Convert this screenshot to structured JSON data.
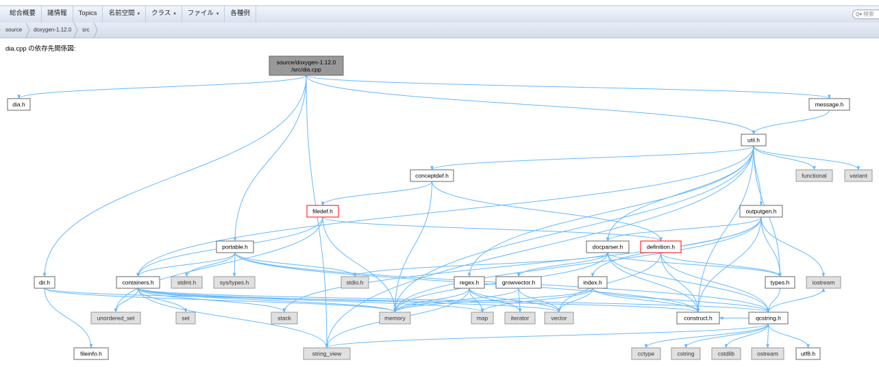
{
  "menu": {
    "items": [
      {
        "name": "menu-item-overview",
        "label": "総合概要",
        "dropdown": false
      },
      {
        "name": "menu-item-related-pages",
        "label": "諸情報",
        "dropdown": false
      },
      {
        "name": "menu-item-topics",
        "label": "Topics",
        "dropdown": false
      },
      {
        "name": "menu-item-namespaces",
        "label": "名前空間",
        "dropdown": true
      },
      {
        "name": "menu-item-classes",
        "label": "クラス",
        "dropdown": true
      },
      {
        "name": "menu-item-files",
        "label": "ファイル",
        "dropdown": true
      },
      {
        "name": "menu-item-examples",
        "label": "各種例",
        "dropdown": false
      }
    ],
    "search_placeholder": "検索"
  },
  "breadcrumb": [
    "source",
    "doxygen-1.12.0",
    "src"
  ],
  "caption": "dia.cpp の依存先関係図:",
  "graph": {
    "colors": {
      "edge": "#63b8ff",
      "node_border": "#666666",
      "main_fill": "#999999",
      "ext_fill": "#e0e0e0",
      "missing_border": "#ff0000"
    },
    "nodes": [
      {
        "id": "main",
        "lines": [
          "source/doxygen-1.12.0",
          "/src/dia.cpp"
        ],
        "style": "main"
      },
      {
        "id": "dia_h",
        "lines": [
          "dia.h"
        ],
        "style": "normal"
      },
      {
        "id": "message_h",
        "lines": [
          "message.h"
        ],
        "style": "normal"
      },
      {
        "id": "util_h",
        "lines": [
          "util.h"
        ],
        "style": "normal"
      },
      {
        "id": "functional",
        "lines": [
          "functional"
        ],
        "style": "ext"
      },
      {
        "id": "variant",
        "lines": [
          "variant"
        ],
        "style": "ext"
      },
      {
        "id": "conceptdef_h",
        "lines": [
          "conceptdef.h"
        ],
        "style": "normal"
      },
      {
        "id": "outputgen_h",
        "lines": [
          "outputgen.h"
        ],
        "style": "normal"
      },
      {
        "id": "filedef_h",
        "lines": [
          "filedef.h"
        ],
        "style": "missing"
      },
      {
        "id": "portable_h",
        "lines": [
          "portable.h"
        ],
        "style": "normal"
      },
      {
        "id": "docparser_h",
        "lines": [
          "docparser.h"
        ],
        "style": "normal"
      },
      {
        "id": "definition_h",
        "lines": [
          "definition.h"
        ],
        "style": "missing"
      },
      {
        "id": "dir_h",
        "lines": [
          "dir.h"
        ],
        "style": "normal"
      },
      {
        "id": "containers_h",
        "lines": [
          "containers.h"
        ],
        "style": "normal"
      },
      {
        "id": "stdint_h",
        "lines": [
          "stdint.h"
        ],
        "style": "ext"
      },
      {
        "id": "sys_types_h",
        "lines": [
          "sys/types.h"
        ],
        "style": "ext"
      },
      {
        "id": "stdio_h",
        "lines": [
          "stdio.h"
        ],
        "style": "ext"
      },
      {
        "id": "regex_h",
        "lines": [
          "regex.h"
        ],
        "style": "normal"
      },
      {
        "id": "growvector_h",
        "lines": [
          "growvector.h"
        ],
        "style": "normal"
      },
      {
        "id": "index_h",
        "lines": [
          "index.h"
        ],
        "style": "normal"
      },
      {
        "id": "types_h",
        "lines": [
          "types.h"
        ],
        "style": "normal"
      },
      {
        "id": "iostream",
        "lines": [
          "iostream"
        ],
        "style": "ext"
      },
      {
        "id": "unordered_set",
        "lines": [
          "unordered_set"
        ],
        "style": "ext"
      },
      {
        "id": "set",
        "lines": [
          "set"
        ],
        "style": "ext"
      },
      {
        "id": "stack",
        "lines": [
          "stack"
        ],
        "style": "ext"
      },
      {
        "id": "memory",
        "lines": [
          "memory"
        ],
        "style": "ext"
      },
      {
        "id": "map",
        "lines": [
          "map"
        ],
        "style": "ext"
      },
      {
        "id": "iterator",
        "lines": [
          "iterator"
        ],
        "style": "ext"
      },
      {
        "id": "vector",
        "lines": [
          "vector"
        ],
        "style": "ext"
      },
      {
        "id": "construct_h",
        "lines": [
          "construct.h"
        ],
        "style": "normal"
      },
      {
        "id": "qcstring_h",
        "lines": [
          "qcstring.h"
        ],
        "style": "normal"
      },
      {
        "id": "fileinfo_h",
        "lines": [
          "fileinfo.h"
        ],
        "style": "normal"
      },
      {
        "id": "string_view",
        "lines": [
          "string_view"
        ],
        "style": "ext"
      },
      {
        "id": "cctype",
        "lines": [
          "cctype"
        ],
        "style": "ext"
      },
      {
        "id": "cstring",
        "lines": [
          "cstring"
        ],
        "style": "ext"
      },
      {
        "id": "cstdlib",
        "lines": [
          "cstdlib"
        ],
        "style": "ext"
      },
      {
        "id": "ostream",
        "lines": [
          "ostream"
        ],
        "style": "ext"
      },
      {
        "id": "utf8_h",
        "lines": [
          "utf8.h"
        ],
        "style": "normal"
      }
    ],
    "edges": [
      [
        "main",
        "dia_h"
      ],
      [
        "main",
        "message_h"
      ],
      [
        "main",
        "util_h"
      ],
      [
        "main",
        "dir_h"
      ],
      [
        "main",
        "portable_h"
      ],
      [
        "main",
        "string_view"
      ],
      [
        "message_h",
        "util_h"
      ],
      [
        "util_h",
        "functional"
      ],
      [
        "util_h",
        "variant"
      ],
      [
        "util_h",
        "conceptdef_h"
      ],
      [
        "util_h",
        "outputgen_h"
      ],
      [
        "util_h",
        "docparser_h"
      ],
      [
        "util_h",
        "containers_h"
      ],
      [
        "util_h",
        "regex_h"
      ],
      [
        "util_h",
        "types_h"
      ],
      [
        "util_h",
        "construct_h"
      ],
      [
        "util_h",
        "memory"
      ],
      [
        "util_h",
        "string_view"
      ],
      [
        "conceptdef_h",
        "filedef_h"
      ],
      [
        "conceptdef_h",
        "definition_h"
      ],
      [
        "conceptdef_h",
        "memory"
      ],
      [
        "filedef_h",
        "definition_h"
      ],
      [
        "filedef_h",
        "containers_h"
      ],
      [
        "filedef_h",
        "memory"
      ],
      [
        "filedef_h",
        "unordered_set"
      ],
      [
        "outputgen_h",
        "docparser_h"
      ],
      [
        "outputgen_h",
        "index_h"
      ],
      [
        "outputgen_h",
        "types_h"
      ],
      [
        "outputgen_h",
        "iostream"
      ],
      [
        "outputgen_h",
        "construct_h"
      ],
      [
        "outputgen_h",
        "stack"
      ],
      [
        "outputgen_h",
        "memory"
      ],
      [
        "portable_h",
        "stdint_h"
      ],
      [
        "portable_h",
        "sys_types_h"
      ],
      [
        "portable_h",
        "stdio_h"
      ],
      [
        "portable_h",
        "containers_h"
      ],
      [
        "portable_h",
        "qcstring_h"
      ],
      [
        "portable_h",
        "construct_h"
      ],
      [
        "docparser_h",
        "stdio_h"
      ],
      [
        "docparser_h",
        "growvector_h"
      ],
      [
        "docparser_h",
        "construct_h"
      ],
      [
        "docparser_h",
        "qcstring_h"
      ],
      [
        "docparser_h",
        "types_h"
      ],
      [
        "docparser_h",
        "memory"
      ],
      [
        "definition_h",
        "types_h"
      ],
      [
        "definition_h",
        "construct_h"
      ],
      [
        "definition_h",
        "vector"
      ],
      [
        "definition_h",
        "qcstring_h"
      ],
      [
        "dir_h",
        "fileinfo_h"
      ],
      [
        "dir_h",
        "construct_h"
      ],
      [
        "dir_h",
        "memory"
      ],
      [
        "containers_h",
        "unordered_set"
      ],
      [
        "containers_h",
        "set"
      ],
      [
        "containers_h",
        "stack"
      ],
      [
        "containers_h",
        "memory"
      ],
      [
        "containers_h",
        "map"
      ],
      [
        "containers_h",
        "vector"
      ],
      [
        "containers_h",
        "string_view"
      ],
      [
        "containers_h",
        "qcstring_h"
      ],
      [
        "regex_h",
        "memory"
      ],
      [
        "regex_h",
        "map"
      ],
      [
        "regex_h",
        "iterator"
      ],
      [
        "regex_h",
        "vector"
      ],
      [
        "regex_h",
        "string_view"
      ],
      [
        "growvector_h",
        "vector"
      ],
      [
        "growvector_h",
        "memory"
      ],
      [
        "growvector_h",
        "iterator"
      ],
      [
        "index_h",
        "memory"
      ],
      [
        "index_h",
        "vector"
      ],
      [
        "index_h",
        "map"
      ],
      [
        "index_h",
        "construct_h"
      ],
      [
        "index_h",
        "qcstring_h"
      ],
      [
        "types_h",
        "qcstring_h"
      ],
      [
        "qcstring_h",
        "string_view"
      ],
      [
        "qcstring_h",
        "cctype"
      ],
      [
        "qcstring_h",
        "cstring"
      ],
      [
        "qcstring_h",
        "cstdlib"
      ],
      [
        "qcstring_h",
        "ostream"
      ],
      [
        "qcstring_h",
        "utf8_h"
      ],
      [
        "qcstring_h",
        "construct_h"
      ],
      [
        "qcstring_h",
        "iostream"
      ]
    ]
  }
}
